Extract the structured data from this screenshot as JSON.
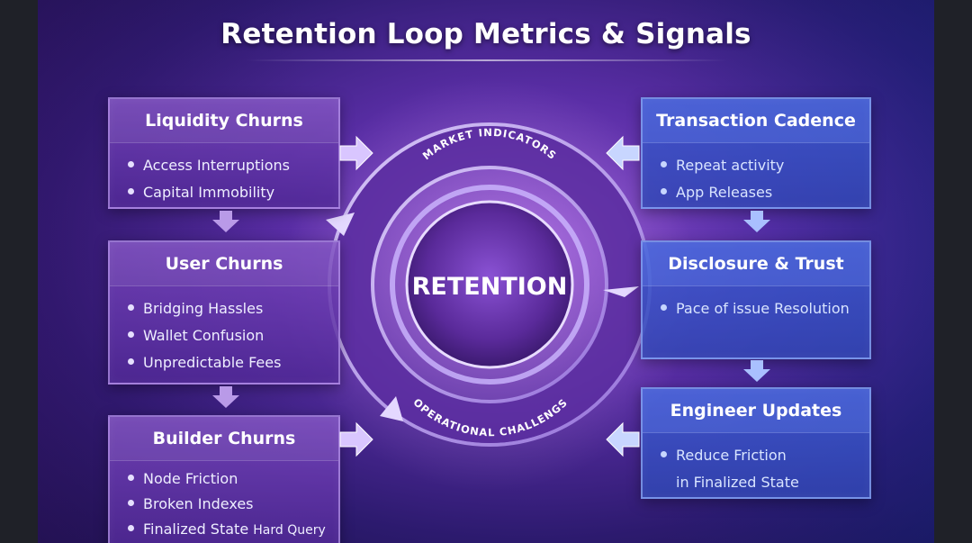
{
  "title": "Retention Loop Metrics & Signals",
  "center_label": "RETENTION",
  "ring_top_label": "MARKET INDICATORS",
  "ring_bottom_label": "OPERATIONAL CHALLENGS",
  "left_boxes": [
    {
      "title": "Liquidity Churns",
      "items": [
        "Access Interruptions",
        "Capital Immobility"
      ]
    },
    {
      "title": "User Churns",
      "items": [
        "Bridging Hassles",
        "Wallet Confusion",
        "Unpredictable Fees"
      ]
    },
    {
      "title": "Builder Churns",
      "items": [
        "Node Friction",
        "Broken Indexes"
      ],
      "last_item": {
        "main": "Finalized State",
        "suffix": "Hard Query"
      }
    }
  ],
  "right_boxes": [
    {
      "title": "Transaction Cadence",
      "items": [
        "Repeat activity",
        "App Releases"
      ]
    },
    {
      "title": "Disclosure & Trust",
      "items": [
        "Pace of issue Resolution"
      ]
    },
    {
      "title": "Engineer Updates",
      "items": [
        "Reduce Friction"
      ],
      "continuation": "in Finalized State"
    }
  ],
  "colors": {
    "ring_outer": "#b89be8",
    "ring_inner": "#d8c8ff",
    "core": "#5a2a9a",
    "left_box": "#7a45c0",
    "right_box": "#3e5ed0"
  }
}
